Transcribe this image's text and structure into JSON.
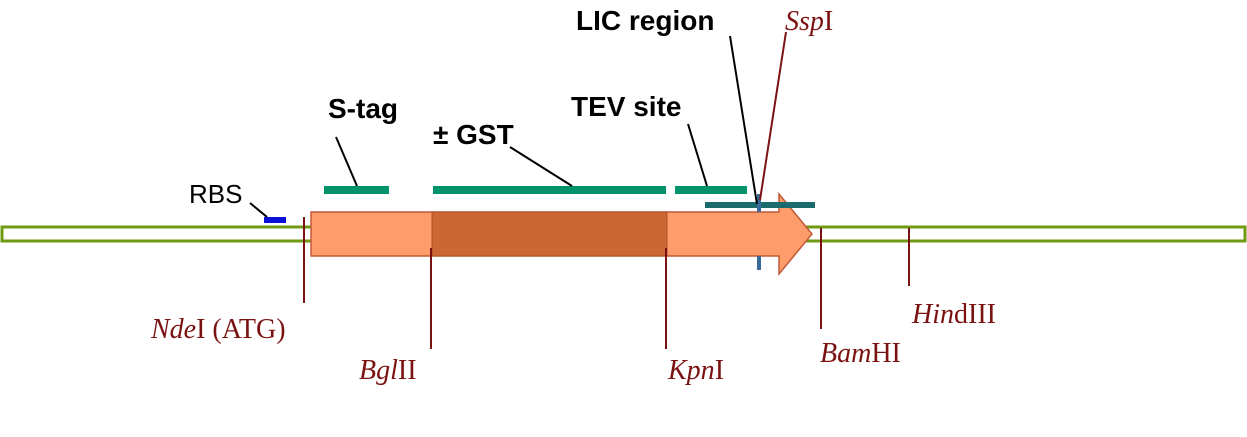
{
  "colors": {
    "backbone_outline": "#6f9a12",
    "arrow_fill": "#ff9c6c",
    "arrow_stroke": "#c05a37",
    "gst_fill": "#cc6633",
    "tag_bar": "#00926b",
    "lic_bar": "#1b6b6f",
    "rbs_mark": "#0a10d8",
    "site_color": "#7b1212",
    "lic_tick": "#3a6a9a"
  },
  "labels": {
    "rbs": "RBS",
    "s_tag": "S-tag",
    "gst": "± GST",
    "tev_site": "TEV site",
    "lic_region": "LIC region"
  },
  "sites": {
    "ssp": {
      "italic": "Ssp",
      "roman": "I"
    },
    "nde": {
      "italic": "Nde",
      "roman": "I (ATG)"
    },
    "bgl": {
      "italic": "Bgl",
      "roman": "II"
    },
    "kpn": {
      "italic": "Kpn",
      "roman": "I"
    },
    "bam": {
      "italic": "Bam",
      "roman": "HI"
    },
    "hin": {
      "italic": "Hin",
      "roman": "dIII"
    }
  }
}
